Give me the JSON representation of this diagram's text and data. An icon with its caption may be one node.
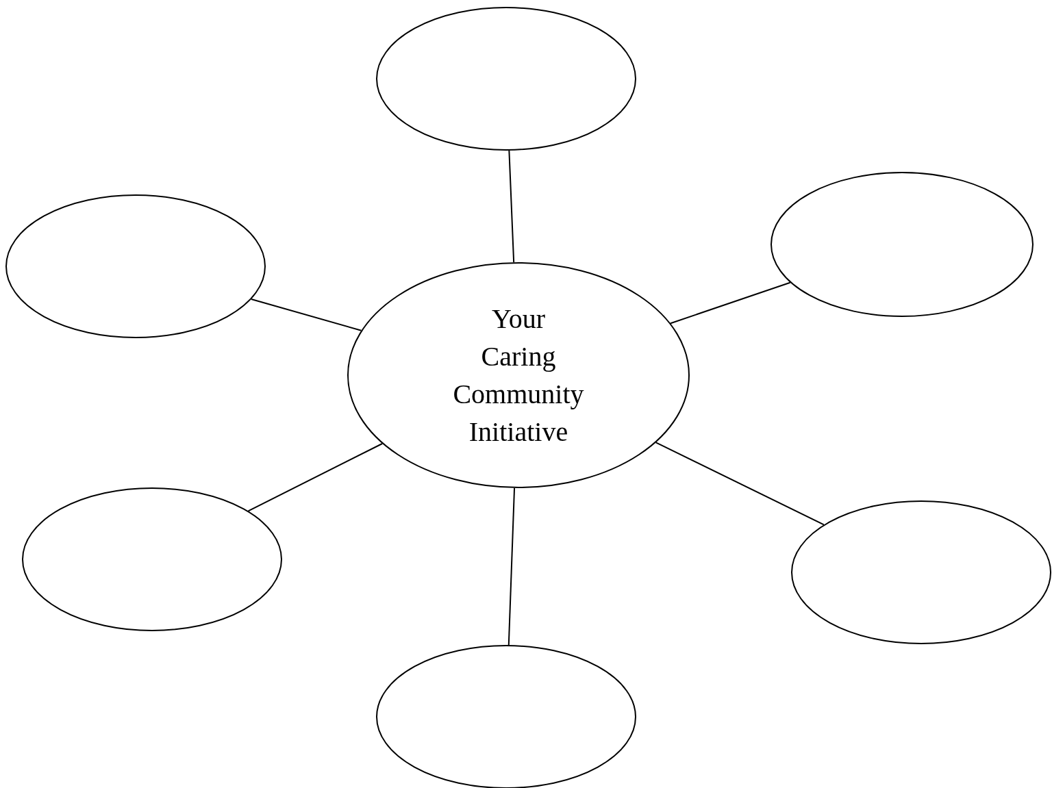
{
  "diagram": {
    "nodes": [
      {
        "text": [
          "Your Caring Community Initiative"
        ]
      },
      {
        "text": [],
        "shape": "ellipse"
      },
      {
        "text": [],
        "shape": "ellipse"
      },
      {
        "text": [],
        "shape": "ellipse"
      },
      {
        "text": [],
        "shape": "ellipse"
      },
      {
        "text": [],
        "shape": "ellipse"
      },
      {
        "text": [],
        "shape": "ellipse"
      }
    ],
    "edges": [
      {
        "from": 0,
        "to": 1,
        "arrow": "none"
      },
      {
        "from": 0,
        "to": 2,
        "arrow": "none"
      },
      {
        "from": 0,
        "to": 3,
        "arrow": "none"
      },
      {
        "from": 0,
        "to": 4,
        "arrow": "none"
      },
      {
        "from": 0,
        "to": 5,
        "arrow": "none"
      },
      {
        "from": 0,
        "to": 6,
        "arrow": "none"
      }
    ]
  }
}
